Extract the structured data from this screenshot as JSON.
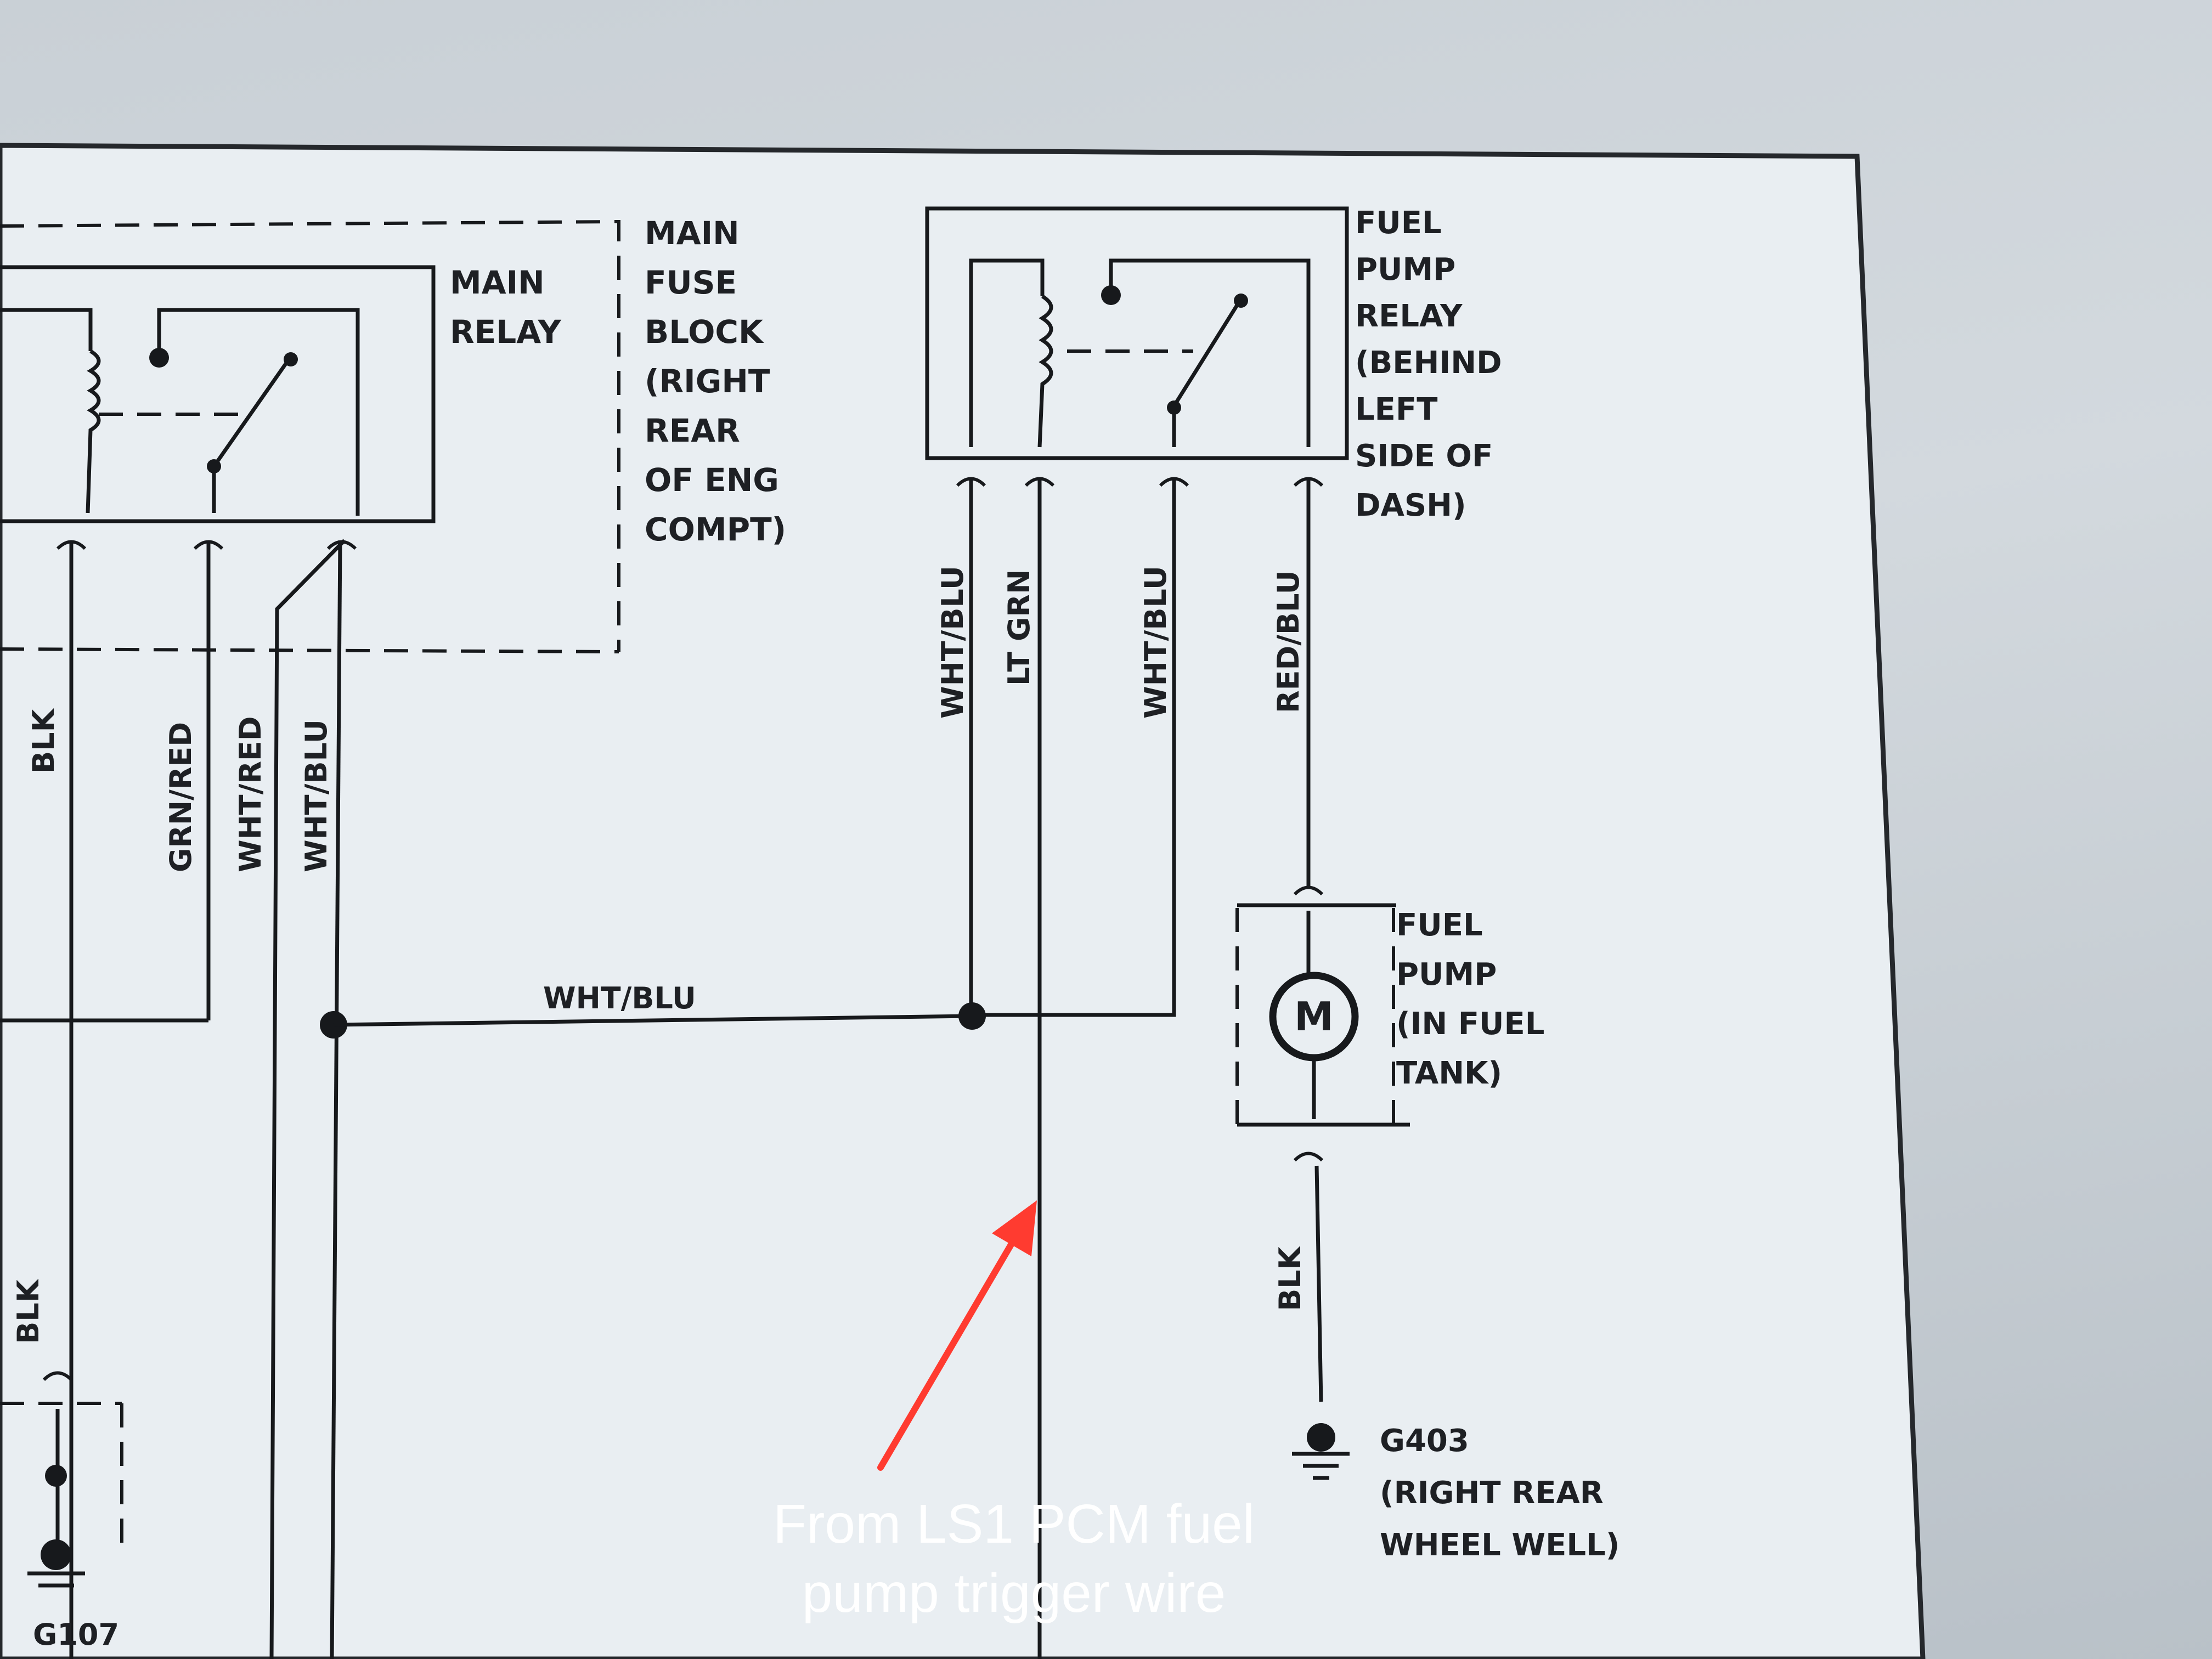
{
  "components": {
    "main_relay": {
      "label_lines": [
        "MAIN",
        "RELAY"
      ]
    },
    "main_fuse_block": {
      "label_lines": [
        "MAIN",
        "FUSE",
        "BLOCK",
        "(RIGHT",
        "REAR",
        "OF ENG",
        "COMPT)"
      ]
    },
    "fuel_pump_relay": {
      "label_lines": [
        "FUEL",
        "PUMP",
        "RELAY",
        "(BEHIND",
        "LEFT",
        "SIDE OF",
        "DASH)"
      ]
    },
    "fuel_pump": {
      "label_lines": [
        "FUEL",
        "PUMP",
        "(IN FUEL",
        "TANK)"
      ],
      "motor_symbol": "M"
    },
    "ground_g403": {
      "label_lines": [
        "G403",
        "(RIGHT REAR",
        "WHEEL WELL)"
      ]
    },
    "ground_g107": {
      "label": "G107"
    }
  },
  "wires": {
    "left_blk_upper": "BLK",
    "left_grn_red": "GRN/RED",
    "left_wht_red": "WHT/RED",
    "left_wht_blu": "WHT/BLU",
    "left_blk_lower": "BLK",
    "horizontal_wht_blu": "WHT/BLU",
    "relay_wht_blu_1": "WHT/BLU",
    "relay_lt_grn": "LT GRN",
    "relay_wht_blu_2": "WHT/BLU",
    "relay_red_blu": "RED/BLU",
    "pump_blk": "BLK"
  },
  "annotation": {
    "lines": [
      "From LS1 PCM fuel",
      "pump trigger wire"
    ],
    "arrow_color": "#ff3b30",
    "text_color": "#ffffff"
  }
}
